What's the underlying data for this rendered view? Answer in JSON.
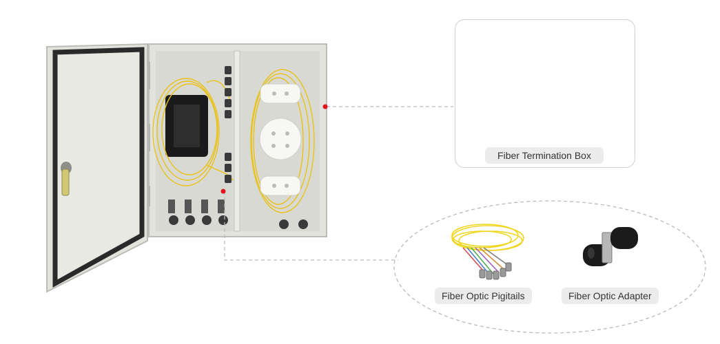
{
  "labels": {
    "termination_box": "Fiber Termination Box",
    "pigtails": "Fiber Optic Pigitails",
    "adapter": "Fiber Optic Adapter"
  },
  "colors": {
    "cabinet": "#e3e3de",
    "cabinet_shadow": "#c9c9c3",
    "fiber": "#e8c21b",
    "tray": "#f7f7f4",
    "splice_tray": "#1a1a1a",
    "marker": "#e0141b",
    "dashed_line": "#b9b9b9"
  }
}
